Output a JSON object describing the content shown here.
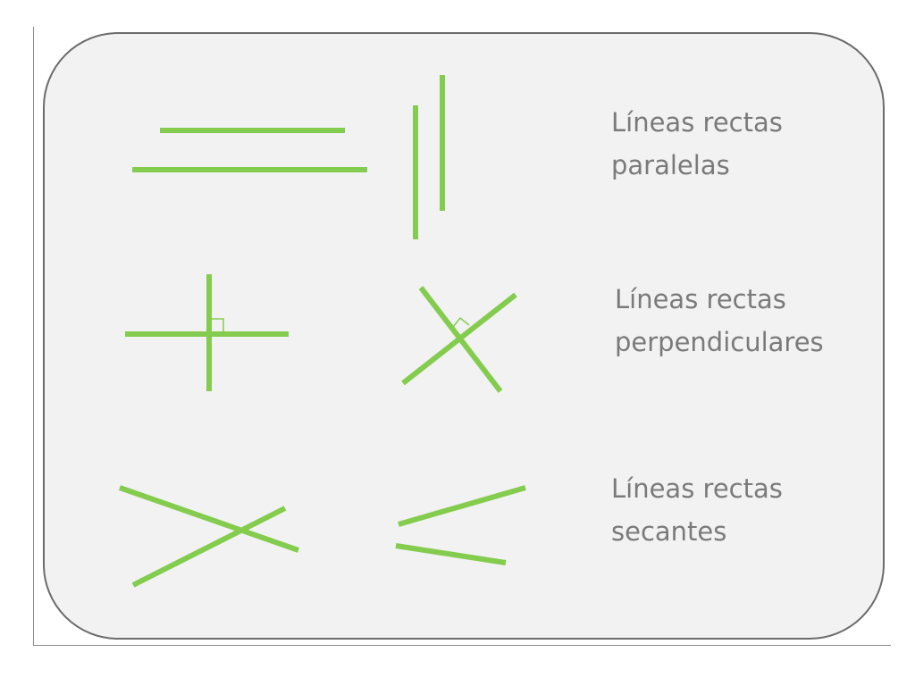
{
  "colors": {
    "line": "#84cc4e",
    "right_angle_marker": "#84cc4e",
    "label_text": "#7a7a7a",
    "card_background": "#f2f2f2",
    "card_border": "#6b6b6b"
  },
  "rows": [
    {
      "label_line1": "Líneas rectas",
      "label_line2": "paralelas"
    },
    {
      "label_line1": "Líneas rectas",
      "label_line2": "perpendiculares"
    },
    {
      "label_line1": "Líneas rectas",
      "label_line2": "secantes"
    }
  ]
}
